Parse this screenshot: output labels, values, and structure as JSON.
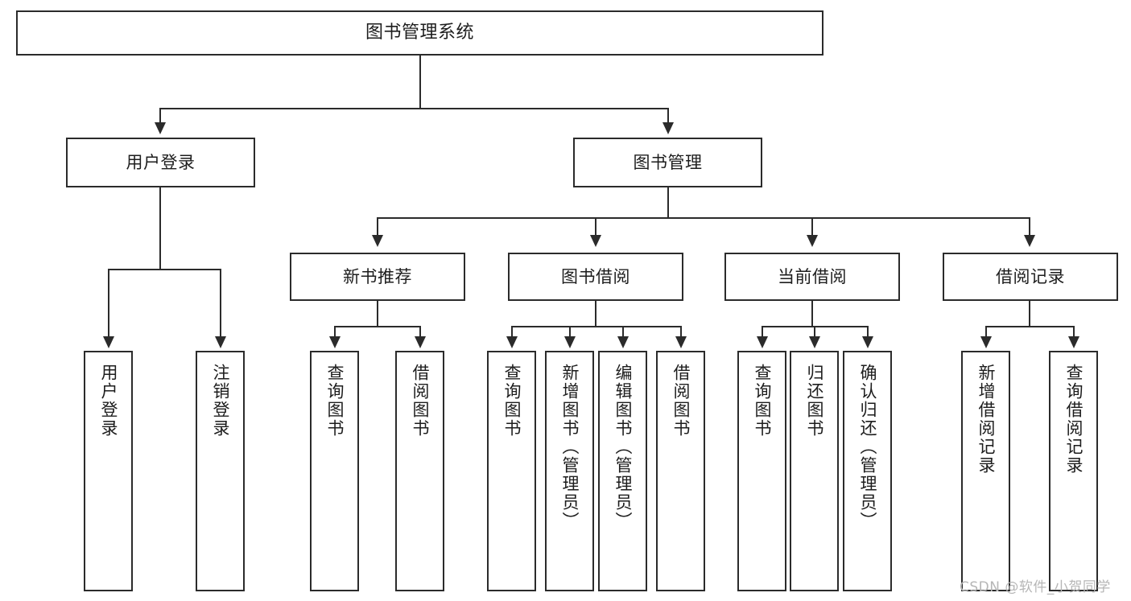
{
  "diagram": {
    "type": "tree-hierarchy-chart",
    "title": "图书管理系统",
    "orientation": "top-down",
    "colors": {
      "stroke": "#2b2b2b",
      "fill": "#ffffff",
      "text": "#1d1d1d",
      "watermark": "#b6b6b6"
    }
  },
  "root": {
    "label": "图书管理系统"
  },
  "level2": [
    {
      "label": "用户登录"
    },
    {
      "label": "图书管理"
    }
  ],
  "level3": [
    {
      "label": "新书推荐"
    },
    {
      "label": "图书借阅"
    },
    {
      "label": "当前借阅"
    },
    {
      "label": "借阅记录"
    }
  ],
  "leaves": {
    "user_login": [
      {
        "label": "用户登录"
      },
      {
        "label": "注销登录"
      }
    ],
    "new_book_recommend": [
      {
        "label": "查询图书"
      },
      {
        "label": "借阅图书"
      }
    ],
    "book_borrow": [
      {
        "label": "查询图书"
      },
      {
        "label": "新增图书（管理员）"
      },
      {
        "label": "编辑图书（管理员）"
      },
      {
        "label": "借阅图书"
      }
    ],
    "current_borrow": [
      {
        "label": "查询图书"
      },
      {
        "label": "归还图书"
      },
      {
        "label": "确认归还（管理员）"
      }
    ],
    "borrow_record": [
      {
        "label": "新增借阅记录"
      },
      {
        "label": "查询借阅记录"
      }
    ]
  },
  "watermark": {
    "text": "CSDN @软件_小贺同学"
  }
}
